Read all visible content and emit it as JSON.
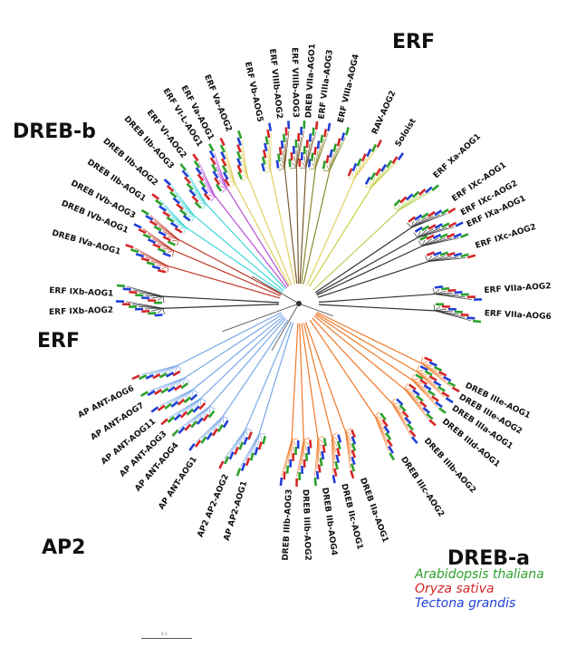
{
  "groups": {
    "erf_top": "ERF",
    "dreb_b": "DREB-b",
    "erf_left": "ERF",
    "ap2": "AP2",
    "dreb_a": "DREB-a"
  },
  "clades": [
    {
      "label": "ERF VI-L-AOG1",
      "color": "#b84fd6",
      "angle": -122,
      "side": "L"
    },
    {
      "label": "ERF VI-AOG2",
      "color": "#b84fd6",
      "angle": -128,
      "side": "L"
    },
    {
      "label": "ERF Vb-AOG5",
      "color": "#e0d060",
      "angle": -102,
      "side": "L"
    },
    {
      "label": "ERF Va-AOG2",
      "color": "#e0d060",
      "angle": -112,
      "side": "L"
    },
    {
      "label": "ERF Va-AOG1",
      "color": "#e0d060",
      "angle": -118,
      "side": "L"
    },
    {
      "label": "ERF VIIIb-AOG2",
      "color": "#7a5c30",
      "angle": -96,
      "side": "L"
    },
    {
      "label": "ERF VIIIb-AOG3",
      "color": "#7a5c30",
      "angle": -91,
      "side": "L"
    },
    {
      "label": "DREB VIIa-AGO1",
      "color": "#7a5c30",
      "angle": -87,
      "side": "R"
    },
    {
      "label": "ERF VIIIa-AOG3",
      "color": "#8a8a30",
      "angle": -83,
      "side": "R"
    },
    {
      "label": "ERF VIIIa-AOG4",
      "color": "#8a8a30",
      "angle": -77,
      "side": "R"
    },
    {
      "label": "RAV-AOG2",
      "color": "#e0d060",
      "angle": -66,
      "side": "R"
    },
    {
      "label": "Soloist",
      "color": "#c8d040",
      "angle": -58,
      "side": "R"
    },
    {
      "label": "ERF Xa-AOG1",
      "color": "#b6d45a",
      "angle": -43,
      "side": "R"
    },
    {
      "label": "ERF IXc-AOG1",
      "color": "#333333",
      "angle": -34,
      "side": "R"
    },
    {
      "label": "ERF IXc-AOG2",
      "color": "#333333",
      "angle": -29,
      "side": "R"
    },
    {
      "label": "ERF IXa-AOG1",
      "color": "#333333",
      "angle": -25,
      "side": "R"
    },
    {
      "label": "ERF IXc-AOG2",
      "color": "#333333",
      "angle": -18,
      "side": "R"
    },
    {
      "label": "ERF VIIa-AOG2",
      "color": "#333333",
      "angle": -4,
      "side": "R"
    },
    {
      "label": "ERF VIIa-AOG6",
      "color": "#333333",
      "angle": 3,
      "side": "R"
    },
    {
      "label": "DREB IIIe-AOG1",
      "color": "#f07a2a",
      "angle": 26,
      "side": "R"
    },
    {
      "label": "DREB IIIe-AOG2",
      "color": "#f07a2a",
      "angle": 30,
      "side": "R"
    },
    {
      "label": "DREB IIIa-AOG1",
      "color": "#f07a2a",
      "angle": 34,
      "side": "R"
    },
    {
      "label": "DREB IIId-AOG1",
      "color": "#f07a2a",
      "angle": 39,
      "side": "R"
    },
    {
      "label": "DREB IIIb-AOG2",
      "color": "#f07a2a",
      "angle": 47,
      "side": "R"
    },
    {
      "label": "DREB IIIc-AOG2",
      "color": "#f07a2a",
      "angle": 56,
      "side": "R"
    },
    {
      "label": "DREB IIa-AOG1",
      "color": "#f07a2a",
      "angle": 70,
      "side": "R"
    },
    {
      "label": "DREB IIc-AOG1",
      "color": "#f07a2a",
      "angle": 76,
      "side": "R"
    },
    {
      "label": "DREB IIb-AOG4",
      "color": "#f07a2a",
      "angle": 82,
      "side": "R"
    },
    {
      "label": "DREB IIIb-AOG2",
      "color": "#f07a2a",
      "angle": 88,
      "side": "R"
    },
    {
      "label": "DREB IIIb-AOG3",
      "color": "#f07a2a",
      "angle": 93,
      "side": "L"
    },
    {
      "label": "AP AP2-AOG1",
      "color": "#7aa8e8",
      "angle": 107,
      "side": "L"
    },
    {
      "label": "AP2 AP2-AOG2",
      "color": "#7aa8e8",
      "angle": 113,
      "side": "L"
    },
    {
      "label": "AP ANT-AOG1",
      "color": "#7aa8e8",
      "angle": 124,
      "side": "L"
    },
    {
      "label": "AP ANT-AOG4",
      "color": "#7aa8e8",
      "angle": 131,
      "side": "L"
    },
    {
      "label": "AP ANT-AOG3",
      "color": "#7aa8e8",
      "angle": 136,
      "side": "L"
    },
    {
      "label": "AP ANT-AOG11",
      "color": "#7aa8e8",
      "angle": 141,
      "side": "L"
    },
    {
      "label": "AP ANT-AOG7",
      "color": "#7aa8e8",
      "angle": 147,
      "side": "L"
    },
    {
      "label": "AP ANT-AOG6",
      "color": "#7aa8e8",
      "angle": 153,
      "side": "L"
    },
    {
      "label": "ERF IXb-AOG2",
      "color": "#333333",
      "angle": 178,
      "side": "L"
    },
    {
      "label": "ERF IXb-AOG1",
      "color": "#333333",
      "angle": 183,
      "side": "L"
    },
    {
      "label": "DREB IVa-AOG1",
      "color": "#c0392b",
      "angle": 196,
      "side": "L"
    },
    {
      "label": "DREB IVb-AOG1",
      "color": "#c0392b",
      "angle": 203,
      "side": "L"
    },
    {
      "label": "DREB IVb-AOG3",
      "color": "#c0392b",
      "angle": 208,
      "side": "L"
    },
    {
      "label": "DREB IIb-AOG1",
      "color": "#3fd6d6",
      "angle": 214,
      "side": "L"
    },
    {
      "label": "DREB IIb-AOG2",
      "color": "#3fd6d6",
      "angle": 220,
      "side": "L"
    },
    {
      "label": "DREB IIb-AOG3",
      "color": "#3fd6d6",
      "angle": 227,
      "side": "L"
    }
  ],
  "legend": [
    {
      "label": "Arabidopsis thaliana",
      "color": "#2ca02c"
    },
    {
      "label": "Oryza sativa",
      "color": "#d62728"
    },
    {
      "label": "Tectona grandis",
      "color": "#1f3fd6"
    }
  ],
  "scale": "0.1"
}
